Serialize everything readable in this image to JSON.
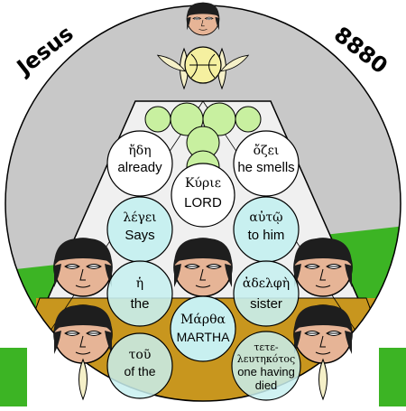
{
  "header": {
    "title": "Jesus",
    "number": "8880"
  },
  "colors": {
    "background": "#ffffff",
    "sky": "#c8c8c8",
    "grass": "#3cb424",
    "floor": "#c8961e",
    "triangle": "#f0f0f0",
    "green_circle": "#c8f0a0",
    "yellow_circle": "#f5f0a0",
    "cyan_circle": "#c8f0f0",
    "white_circle": "#ffffff",
    "face_skin": "#e6b496",
    "hair": "#1e1e1e"
  },
  "words": [
    {
      "greek": "ἤδη",
      "english": "already"
    },
    {
      "greek": "ὄζει",
      "english": "he smells"
    },
    {
      "greek": "Κύριε",
      "english": "LORD"
    },
    {
      "greek": "λέγει",
      "english": "Says"
    },
    {
      "greek": "αὐτῷ",
      "english": "to him"
    },
    {
      "greek": "ἡ",
      "english": "the"
    },
    {
      "greek": "ἀδελφὴ",
      "english": "sister"
    },
    {
      "greek": "Μάρθα",
      "english": "MARTHA"
    },
    {
      "greek": "τοῦ",
      "english": "of the"
    },
    {
      "greek": "τετε-",
      "english": "one having"
    },
    {
      "greek": "λευτηκότος",
      "english": "died"
    }
  ]
}
